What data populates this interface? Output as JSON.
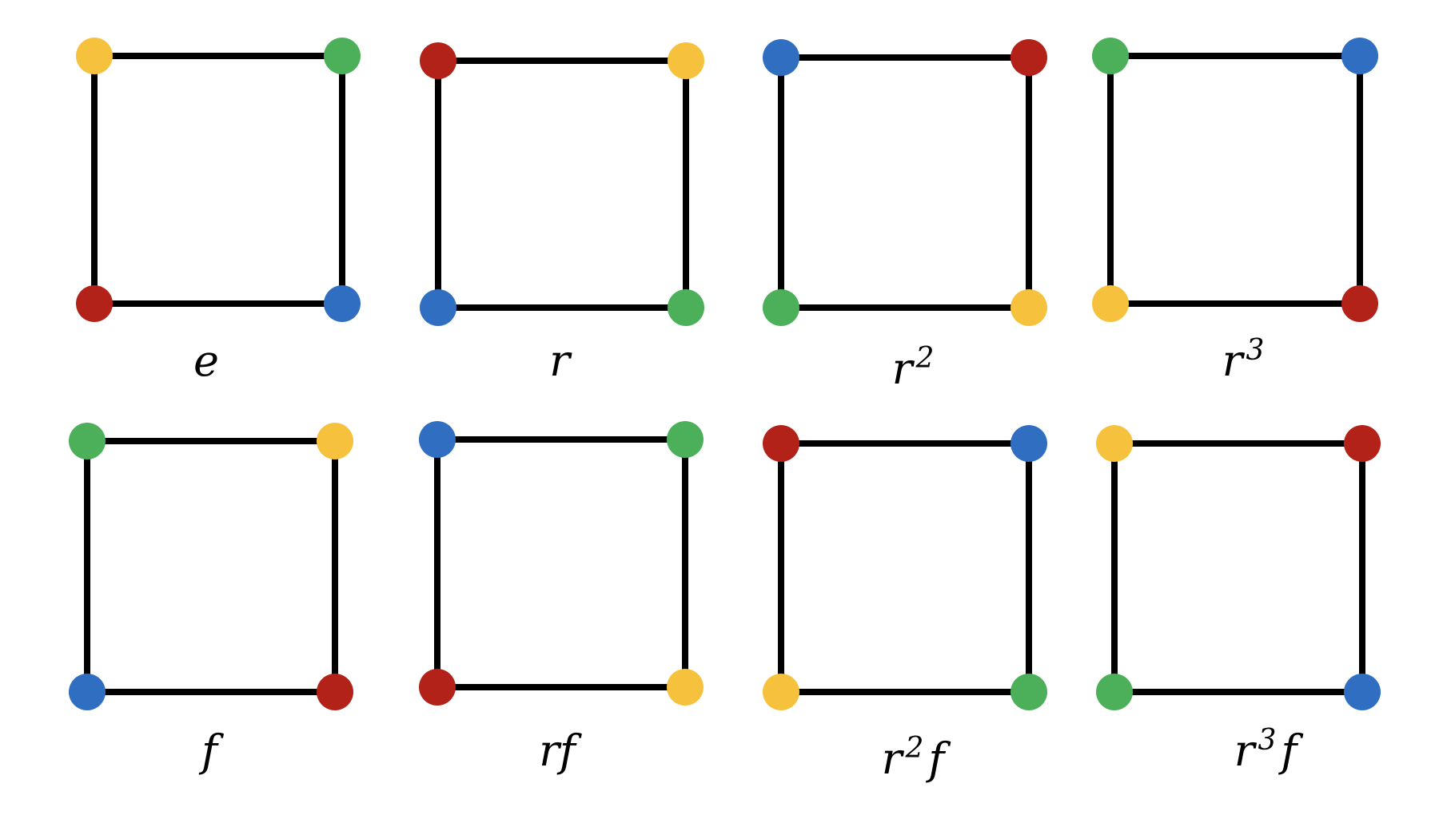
{
  "colors": {
    "yellow": "#F6C23E",
    "green": "#4CAF5A",
    "red": "#B22218",
    "blue": "#2F6EC0",
    "edge": "#000000"
  },
  "squares": [
    {
      "label": {
        "base": "e",
        "sup": "",
        "tail": ""
      },
      "corners": {
        "top_left": "yellow",
        "top_right": "green",
        "bottom_left": "red",
        "bottom_right": "blue"
      }
    },
    {
      "label": {
        "base": "r",
        "sup": "",
        "tail": ""
      },
      "corners": {
        "top_left": "red",
        "top_right": "yellow",
        "bottom_left": "blue",
        "bottom_right": "green"
      }
    },
    {
      "label": {
        "base": "r",
        "sup": "2",
        "tail": ""
      },
      "corners": {
        "top_left": "blue",
        "top_right": "red",
        "bottom_left": "green",
        "bottom_right": "yellow"
      }
    },
    {
      "label": {
        "base": "r",
        "sup": "3",
        "tail": ""
      },
      "corners": {
        "top_left": "green",
        "top_right": "blue",
        "bottom_left": "yellow",
        "bottom_right": "red"
      }
    },
    {
      "label": {
        "base": "f",
        "sup": "",
        "tail": ""
      },
      "corners": {
        "top_left": "green",
        "top_right": "yellow",
        "bottom_left": "blue",
        "bottom_right": "red"
      }
    },
    {
      "label": {
        "base": "rf",
        "sup": "",
        "tail": ""
      },
      "corners": {
        "top_left": "blue",
        "top_right": "green",
        "bottom_left": "red",
        "bottom_right": "yellow"
      }
    },
    {
      "label": {
        "base": "r",
        "sup": "2",
        "tail": "f"
      },
      "corners": {
        "top_left": "red",
        "top_right": "blue",
        "bottom_left": "yellow",
        "bottom_right": "green"
      }
    },
    {
      "label": {
        "base": "r",
        "sup": "3",
        "tail": "f"
      },
      "corners": {
        "top_left": "yellow",
        "top_right": "red",
        "bottom_left": "green",
        "bottom_right": "blue"
      }
    }
  ]
}
